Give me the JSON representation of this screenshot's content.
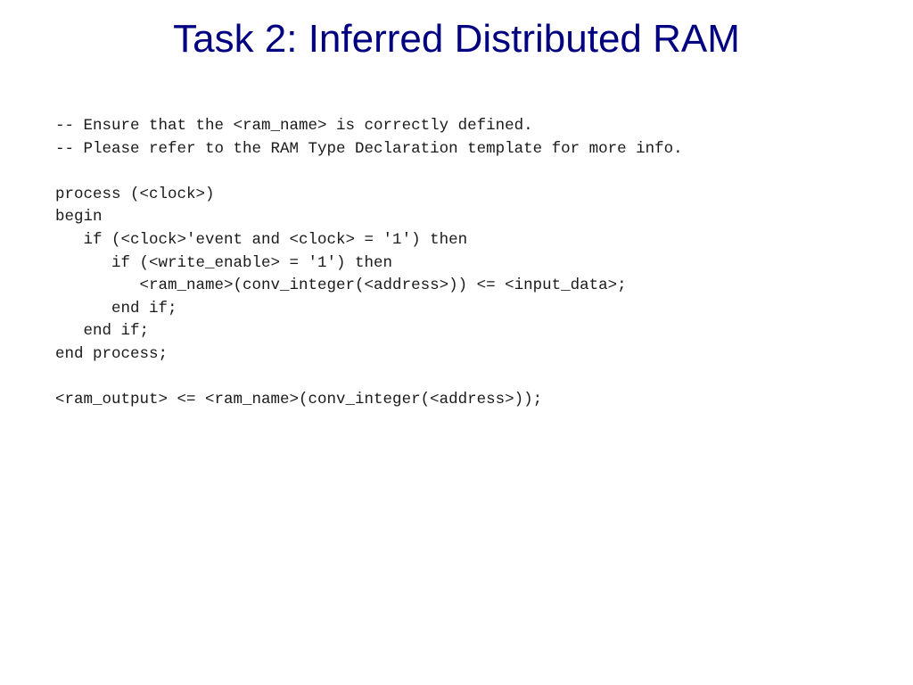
{
  "title": "Task 2: Inferred Distributed RAM",
  "code": {
    "lines": [
      "-- Ensure that the <ram_name> is correctly defined.",
      "-- Please refer to the RAM Type Declaration template for more info.",
      "",
      "process (<clock>)",
      "begin",
      "   if (<clock>'event and <clock> = '1') then",
      "      if (<write_enable> = '1') then",
      "         <ram_name>(conv_integer(<address>)) <= <input_data>;",
      "      end if;",
      "   end if;",
      "end process;",
      "",
      "<ram_output> <= <ram_name>(conv_integer(<address>));"
    ]
  }
}
